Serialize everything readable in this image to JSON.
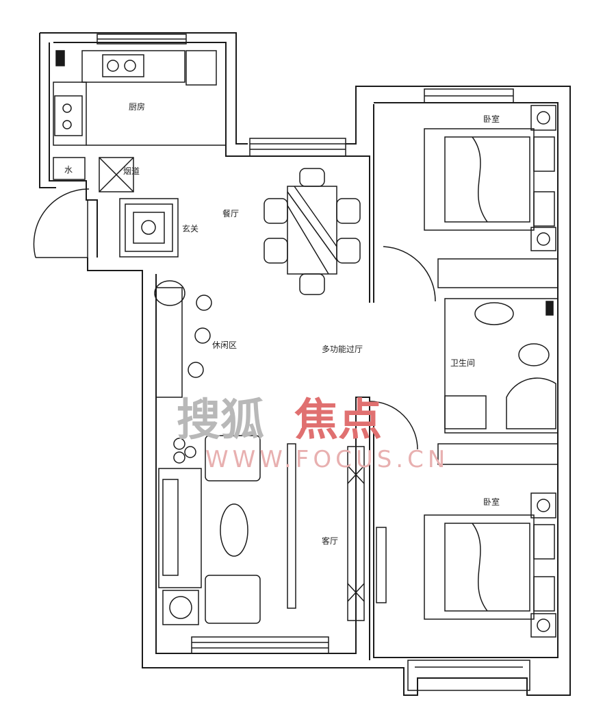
{
  "rooms": {
    "kitchen": "厨房",
    "water": "水",
    "flue": "烟道",
    "foyer": "玄关",
    "dining": "餐厅",
    "leisure": "休闲区",
    "multi_hall": "多功能过厅",
    "living": "客厅",
    "bedroom_top": "卧室",
    "bathroom": "卫生间",
    "bedroom_bottom": "卧室"
  },
  "watermark": {
    "sohu": "搜狐",
    "focus": "焦点",
    "url": "WWW.FOCUS.CN"
  },
  "colors": {
    "line": "#1a1a1a",
    "watermark_red": "#e07070",
    "watermark_grey": "#b8b8b8"
  }
}
